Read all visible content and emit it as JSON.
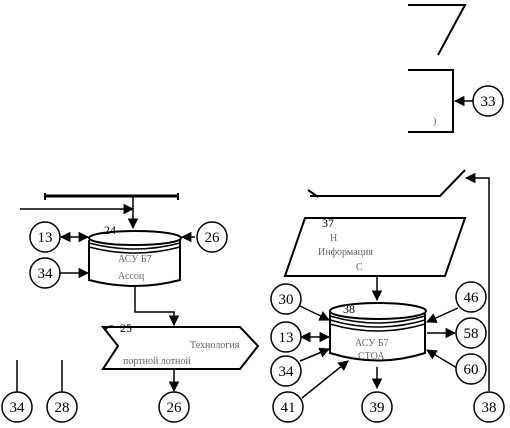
{
  "diagram": {
    "circle_nodes": [
      {
        "id": "c33",
        "label": "33"
      },
      {
        "id": "c13a",
        "label": "13"
      },
      {
        "id": "c26a",
        "label": "26"
      },
      {
        "id": "c34a",
        "label": "34"
      },
      {
        "id": "c30",
        "label": "30"
      },
      {
        "id": "c46",
        "label": "46"
      },
      {
        "id": "c13b",
        "label": "13"
      },
      {
        "id": "c58",
        "label": "58"
      },
      {
        "id": "c34b",
        "label": "34"
      },
      {
        "id": "c60",
        "label": "60"
      },
      {
        "id": "c34c",
        "label": "34"
      },
      {
        "id": "c28",
        "label": "28"
      },
      {
        "id": "c26b",
        "label": "26"
      },
      {
        "id": "c41",
        "label": "41"
      },
      {
        "id": "c39",
        "label": "39"
      },
      {
        "id": "c38",
        "label": "38"
      }
    ],
    "reference_labels": {
      "ref_24": "24",
      "ref_25": "25",
      "ref_37": "37",
      "ref_38": "38"
    },
    "faint_text": {
      "db_left_line1": "АСУ Б7",
      "db_left_line2": "Ассоц",
      "hexagon_line1": "Технология",
      "hexagon_line2": "портной лотной",
      "para_line1": "Н",
      "para_line2": "Информация",
      "para_line3": "С",
      "db_right_line1": "АСУ Б7",
      "db_right_line2": "СТОА",
      "bracket_text": ")"
    },
    "colors": {
      "stroke": "#000000",
      "background": "#ffffff"
    }
  }
}
